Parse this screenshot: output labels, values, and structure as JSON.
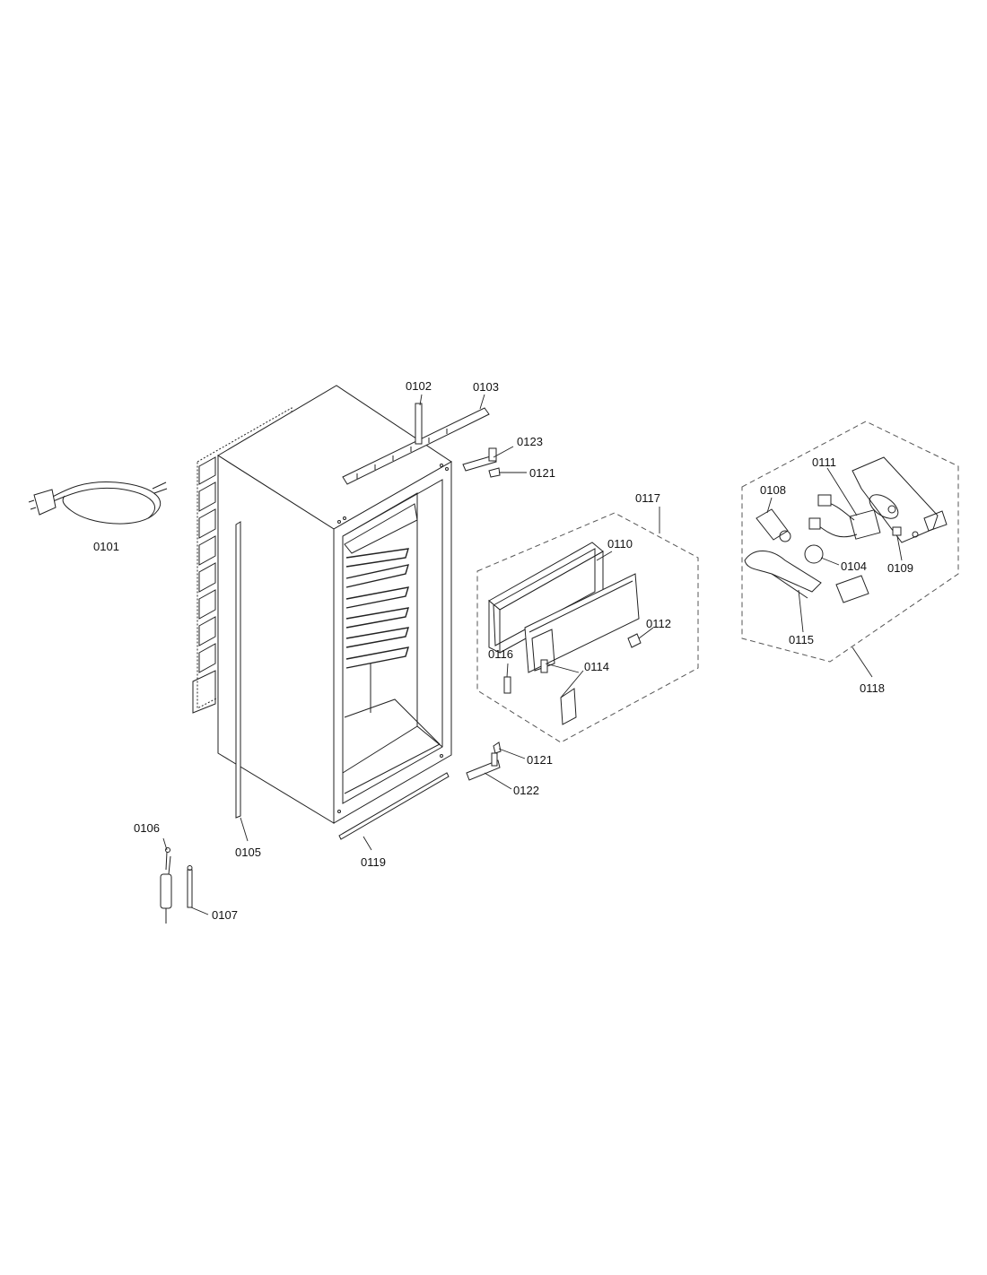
{
  "diagram": {
    "part_labels": {
      "p0101": "0101",
      "p0102": "0102",
      "p0103": "0103",
      "p0104": "0104",
      "p0105": "0105",
      "p0106": "0106",
      "p0107": "0107",
      "p0108": "0108",
      "p0109": "0109",
      "p0110": "0110",
      "p0111": "0111",
      "p0112": "0112",
      "p0114": "0114",
      "p0115": "0115",
      "p0116": "0116",
      "p0117": "0117",
      "p0118": "0118",
      "p0119": "0119",
      "p0121a": "0121",
      "p0121b": "0121",
      "p0122": "0122",
      "p0123": "0123"
    }
  }
}
